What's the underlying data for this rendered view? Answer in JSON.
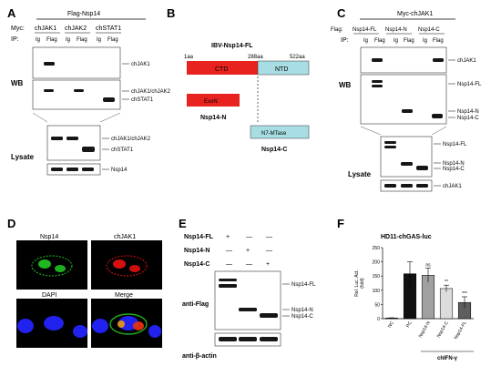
{
  "panel_labels": {
    "a": "A",
    "b": "B",
    "c": "C",
    "d": "D",
    "e": "E",
    "f": "F"
  },
  "panelA": {
    "header": "Flag-Nsp14",
    "myc_label": "Myc:",
    "myc_groups": [
      "chJAK1",
      "chJAK2",
      "chSTAT1"
    ],
    "ip_label": "IP:",
    "ip_lanes": [
      "Ig",
      "Flag",
      "Ig",
      "Flag",
      "Ig",
      "Flag"
    ],
    "wb_label": "WB",
    "wb_arrows": [
      "chJAK1",
      "chJAK1/chJAK2",
      "chSTAT1"
    ],
    "lysate_label": "Lysate",
    "lysate_arrows": [
      "chJAK1/chJAK2",
      "chSTAT1",
      "Nsp14"
    ]
  },
  "panelB": {
    "title": "IBV-Nsp14-FL",
    "pos_start": "1aa",
    "pos_mid": "288aa",
    "pos_end": "522aa",
    "ctd": "CTD",
    "ntd": "NTD",
    "exon": "ExoN",
    "n7": "N7-MTase",
    "nsp14n": "Nsp14-N",
    "nsp14c": "Nsp14-C"
  },
  "panelC": {
    "header": "Myc-chJAK1",
    "flag_label": "Flag:",
    "flag_groups": [
      "Nsp14-FL",
      "Nsp14-N",
      "Nsp14-C"
    ],
    "ip_label": "IP:",
    "ip_lanes": [
      "Ig",
      "Flag",
      "Ig",
      "Flag",
      "Ig",
      "Flag"
    ],
    "wb_label": "WB",
    "wb_arrows": [
      "chJAK1",
      "Nsp14-FL",
      "Nsp14-N",
      "Nsp14-C"
    ],
    "lysate_label": "Lysate",
    "lysate_arrows": [
      "Nsp14-FL",
      "Nsp14-N",
      "Nsp14-C",
      "chJAK1"
    ]
  },
  "panelD": {
    "labels": [
      "Nsp14",
      "chJAK1",
      "DAPI",
      "Merge"
    ]
  },
  "panelE": {
    "rows": [
      "Nsp14-FL",
      "Nsp14-N",
      "Nsp14-C"
    ],
    "signs": [
      [
        "+",
        "—",
        "—"
      ],
      [
        "—",
        "+",
        "—"
      ],
      [
        "—",
        "—",
        "+"
      ]
    ],
    "blot_label": "anti-Flag",
    "blot_arrows": [
      "Nsp14-FL",
      "Nsp14-N",
      "Nsp14-C"
    ],
    "actin_label": "anti-β-actin"
  },
  "colors": {
    "ctd": "#e8231f",
    "ntd": "#a8dde4",
    "green": "#22cc22",
    "red": "#ee1111",
    "blue": "#2222ee"
  },
  "chart_data": {
    "type": "bar",
    "title": "HD11-chGAS-luc",
    "ylabel": "Rel. Luc. Act.\n(fold)",
    "ylim": [
      0,
      250
    ],
    "yticks": [
      0,
      50,
      100,
      150,
      200,
      250
    ],
    "categories": [
      "NC",
      "PC",
      "Nsp14-N",
      "Nsp14-C",
      "Nsp14-FL"
    ],
    "values": [
      2,
      158,
      153,
      106,
      57
    ],
    "errors": [
      1,
      42,
      25,
      12,
      20
    ],
    "bar_colors": [
      "#000000",
      "#111111",
      "#a0a0a0",
      "#dcdcdc",
      "#5e5e5e"
    ],
    "significance": [
      "",
      "",
      "ns",
      "**",
      "***"
    ],
    "treatment_label": "chIFN-γ"
  }
}
